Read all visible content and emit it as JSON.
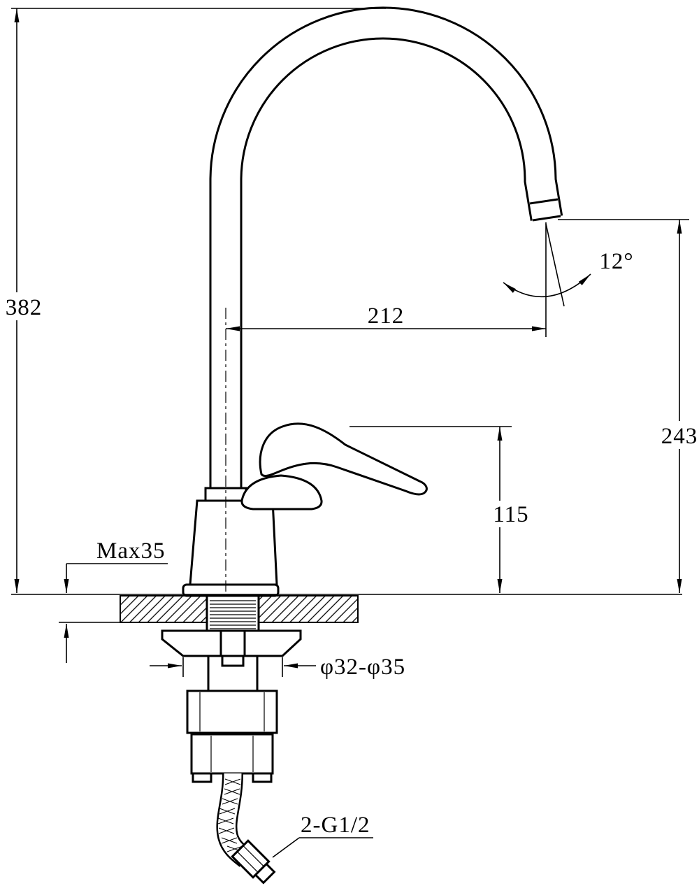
{
  "drawing": {
    "colors": {
      "line": "#000000",
      "background": "#ffffff"
    },
    "dimensions": {
      "overall_height": "382",
      "spout_reach": "212",
      "spout_angle": "12°",
      "outlet_height": "243",
      "handle_height": "115",
      "max_deck_thickness": "Max35",
      "mounting_hole_diameter": "φ32-φ35",
      "supply_hose_thread": "2-G1/2"
    }
  }
}
